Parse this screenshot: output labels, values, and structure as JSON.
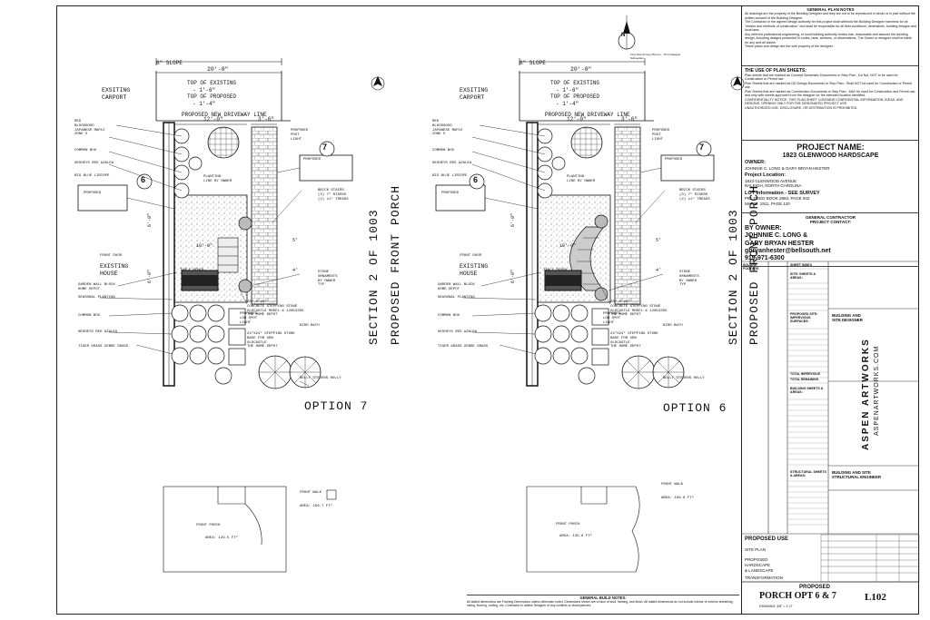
{
  "plan_left": {
    "slope": "6\" SLOPE",
    "dim_top": "20'-0\"",
    "existing_carport": [
      "EXSITING",
      "CARPORT"
    ],
    "top_existing": "TOP OF EXISTING",
    "top_existing_val": "- 1'-6\"",
    "top_proposed": "TOP OF PROPOSED",
    "top_proposed_val": "- 1'-4\"",
    "driveway": "PROPOSED NEW DRIVEWAY LINE",
    "dim_12": "12'-0\"",
    "dim_3": "3'-6\"",
    "plants_left": [
      "RED",
      "BLOODGOOD",
      "JAPANESE MAPLE",
      "ZONE 5"
    ],
    "boxwood": "COMMON BOX",
    "azalea": "HESHEYS RED AZALEA",
    "liriope": "BIG BLUE LIRIOPE",
    "proposed_post": [
      "PROPOSED",
      "POST",
      "LIGHT"
    ],
    "proposed": "PROPOSED",
    "planting_line": [
      "PLANTING",
      "LINE BY OWNER"
    ],
    "brick_stairs": [
      "BRICK STAIRS",
      "(3) 7\" RISERS",
      "(2) 11\" TREADS"
    ],
    "front_door": "FRONT DOOR",
    "existing_house": [
      "EXISTING",
      "HOUSE"
    ],
    "table_bench": [
      "TABLE",
      "BENCH"
    ],
    "garden_wall": [
      "GARDEN WALL BLOCK",
      "HOME DEPOT"
    ],
    "seasonal": "SEASONAL PLANTING",
    "stone_ornaments": [
      "STONE",
      "ORNAMENTS",
      "BY OWNER",
      "TYP"
    ],
    "concrete_stone": [
      "20\" X 20\"",
      "CONCRETE STEPPING STONE",
      "OLDCASTLE MODEL # 12053355",
      "THE HOME DEPOT"
    ],
    "low_spot": [
      "PROPOSED",
      "LOW SPOT",
      "LIGHT"
    ],
    "bird_bath": "BIRD BATH",
    "stepping_24": [
      "24\"X24\" STEPPING STONE",
      "BASE FOR URN",
      "OLDCASTLE",
      "THE HOME DEPOT"
    ],
    "boxwood2": "COMMON BOX",
    "azalea2": "HESHEYS RED AZALEA",
    "tiger": "TIGER GRASS ZEBRE GRASS",
    "holly": "NELLY STEVENS HOLLY",
    "dim_6_left": "6'-0\"",
    "dim_6_left2": "6'-0\"",
    "dim_5": "5'",
    "dim_4": "4'",
    "dim_10": "10'-0\"",
    "option": "OPTION 7",
    "tag_num": "6",
    "tag_num2": "7",
    "section": "SECTION 2 OF 1003",
    "porch_label": "PROPOSED FRONT PORCH",
    "front_walk": "FRONT WALK",
    "walk_area": "AREA: 109.7 FT²",
    "front_porch": "FRONT PORCH",
    "porch_area": "AREA: 129.5 FT²"
  },
  "plan_right": {
    "slope": "6\" SLOPE",
    "dim_top": "20'-0\"",
    "existing_carport": [
      "EXSITING",
      "CARPORT"
    ],
    "top_existing": "TOP OF EXISTING",
    "top_existing_val": "- 1'-6\"",
    "top_proposed": "TOP OF PROPOSED",
    "top_proposed_val": "- 1'-4\"",
    "driveway": "PROPOSED NEW DRIVEWAY LINE",
    "dim_12": "12'-0\"",
    "dim_3": "3'-6\"",
    "plants_left": [
      "RED",
      "BLOODGOOD",
      "JAPANESE MAPLE",
      "ZONE 5"
    ],
    "boxwood": "COMMON BOX",
    "azalea": "HESHEYS RED AZALEA",
    "liriope": "BIG BLUE LIRIOPE",
    "proposed_post": [
      "PROPOSED",
      "POST",
      "LIGHT"
    ],
    "proposed": "PROPOSED",
    "planting_line": [
      "PLANTING",
      "LINE BY OWNER"
    ],
    "brick_stairs": [
      "BRICK STAIRS",
      "(3) 7\" RISERS",
      "(2) 11\" TREADS"
    ],
    "front_door": "FRONT DOOR",
    "existing_house": [
      "EXISTING",
      "HOUSE"
    ],
    "table_bench": [
      "TABLE",
      "BENCH"
    ],
    "garden_wall": [
      "GARDEN WALL BLOCK",
      "HOME DEPOT"
    ],
    "seasonal": "SEASONAL PLANTING",
    "stone_ornaments": [
      "STONE",
      "ORNAMENTS",
      "BY OWNER",
      "TYP"
    ],
    "concrete_stone": [
      "20\" X 20\"",
      "CONCRETE STEPPING STONE",
      "OLDCASTLE MODEL # 12053355",
      "THE HOME DEPOT"
    ],
    "low_spot": [
      "PROPOSED",
      "LOW SPOT",
      "LIGHT"
    ],
    "bird_bath": "BIRD BATH",
    "stepping_24": [
      "24\"X24\" STEPPING STONE",
      "BASE FOR URN",
      "OLDCASTLE",
      "THE HOME DEPOT"
    ],
    "boxwood2": "COMMON BOX",
    "azalea2": "HESHEYS RED AZALEA",
    "tiger": "TIGER GRASS ZEBRE GRASS",
    "holly": "NELLY STEVENS HOLLY",
    "dim_6_left": "6'-0\"",
    "dim_6_left2": "6'-0\"",
    "dim_5": "5'",
    "dim_4": "4'",
    "dim_10": "10'-0\"",
    "option": "OPTION 6",
    "tag_num": "6",
    "tag_num2": "7",
    "section": "SECTION 2 OF 1003",
    "porch_label": "PROPOSED FRONT PORCH",
    "front_walk": "FRONT WALK",
    "walk_area": "AREA: 106.8 FT²",
    "front_porch": "FRONT PORCH",
    "porch_area": "AREA: 135.6 FT²"
  },
  "north_label": "N",
  "north_caption": "Vinyl Site Survey Plan for - Thru Glasgow Subsection",
  "title_block": {
    "general_notes_title": "GENERAL PLAN NOTES",
    "general_notes": [
      "All drawings are the property of the Building Designer and they are not to be reproduced in whole or in part without the written consent of the Building Designer.",
      "The Contractor or the agreed design authority for this project shall withhold the Building Designer harmless for all \"means and methods of construction\" and shall be responsible for all field conditions, dimensions, building designs and local laws.",
      "Any referred professional engineering, or local building authority review has, reasonable and assume the building design, including designs presented in codes, laws, sections, or observations. The Owner or designer shall be liable for any and all claims.",
      "These plans and design are the sole property of the designer."
    ],
    "use_title": "THE USE OF PLAN SHEETS:",
    "use_notes": [
      "Plan sheets that are marked as Concept Schematic Documents or Step Plan - Do Not, NOT to be used for Construction or Permit use.",
      "Plan Sheets that are marked as DD Design Documents or Step Plan - Shall NOT be used for Construction or Permit use.",
      "Plan Sheets that are marked as Construction Documents or Step Plan - MAY be used for Construction and Permit use, and only with sheets approved from the designer for the intended location identified.",
      "CONFIDENTIALITY NOTICE: THIS PLAN SHEET CONTAINS CONFIDENTIAL INFORMATION, IDEAS, AND DESIGNS. OPENING ONLY FOR THE DESIGNATED PROJECT USE.",
      "UNAUTHORIZED USE, DISCLOSURE, OR DISTRIBUTION IS PROHIBITED."
    ],
    "project_name_label": "PROJECT NAME:",
    "project_name": "1823 GLENWOOD HARDSCAPE",
    "owner_label": "OWNER:",
    "owner_value": "JOHNNIE C. LONG & GARY BRYAN HESTER",
    "location_label": "Project Location:",
    "location": [
      "1823 GLENWOOD AVENUE",
      "RALEIGH, NORTH CAROLINA"
    ],
    "lot_label": "LOT Information - SEE SURVEY",
    "lot": [
      "PID: DEED BOOK 2883, PAGE 942",
      "MAPID: 1911, PAGE 120"
    ],
    "gc_title": [
      "GENERAL CONTRACTOR",
      "PROJECT CONTACT:"
    ],
    "by_owner": "BY OWNER:",
    "contacts": [
      "JOHNNIE C. LONG &",
      "GARY BRYAN HESTER",
      "gbryanhester@bellsouth.net",
      "919-971-6300"
    ],
    "square_footage": "SQUARE FOOTAGE",
    "sheet_index": "SHEET INDEX",
    "site_sheets": "SITE: SHEETS & AREAS:",
    "proposed_site": "PROPOSED SITE: IMPERVIOUS SURFACES:",
    "total_impervious": "TOTAL IMPERVIOUS",
    "total_remaining": "TOTAL REMAINING",
    "building_sheets": "BUILDING SHEETS & AREAS:",
    "structural_sheets": "STRUCTURAL SHEETS & AREAS:",
    "building_designer": [
      "BUILDING AND",
      "SITE DESIGNER"
    ],
    "structural_engineer": [
      "BUILDING AND SITE",
      "STRUCTURAL ENGINEER"
    ],
    "brand": "ASPEN ARTWORKS",
    "brand_url": "ASPENARTWORKS.COM",
    "proposed_use": "PROPOSED USE",
    "site_plan": "SITE PLAN",
    "use_desc": [
      "PROPOSED",
      "HARDSCAPE",
      "& LANDSCAPE"
    ],
    "transformation": "TRANSFORMATION",
    "sheet_title_top": "PROPOSED",
    "sheet_title": "PORCH OPT 6 & 7",
    "sheet_number": "L102",
    "drawing_scale": "DRAWING: 3/8\" = 1'-0\"",
    "bottom_notes_title": "GENERAL BUILD NOTES:",
    "bottom_notes": "All stated dimensions are Framing Dimensions unless otherwise noted. Dimensions shown are to face of stud, framing, and finish. All stated dimensions do not include interior or exterior sheathing, siding, flooring, roofing, etc. Contractor to advise Designer of any conflicts or discrepancies."
  }
}
